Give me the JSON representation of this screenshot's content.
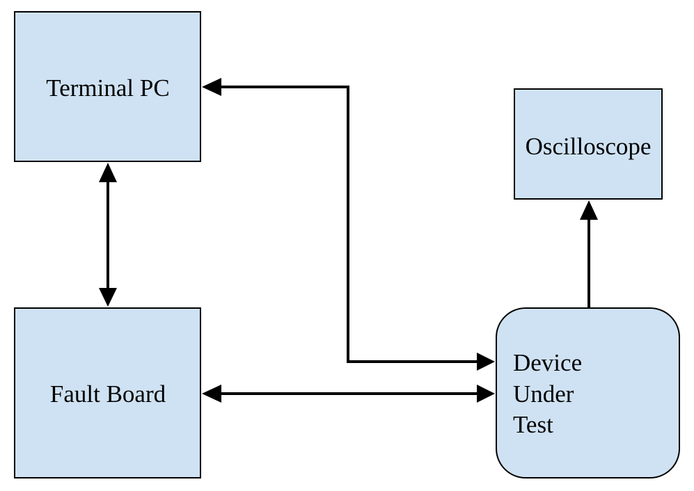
{
  "colors": {
    "box_fill": "#cfe2f3",
    "stroke": "#000000",
    "background": "#ffffff"
  },
  "nodes": {
    "terminal_pc": {
      "label": "Terminal PC"
    },
    "oscilloscope": {
      "label": "Oscilloscope"
    },
    "fault_board": {
      "label": "Fault Board"
    },
    "device_under_test": {
      "lines": [
        "Device",
        "Under",
        "Test"
      ]
    }
  },
  "edges": [
    {
      "from": "device_under_test",
      "to": "terminal_pc",
      "direction": "forward"
    },
    {
      "from": "terminal_pc",
      "to": "device_under_test",
      "direction": "forward"
    },
    {
      "from": "terminal_pc",
      "to": "fault_board",
      "direction": "both"
    },
    {
      "from": "fault_board",
      "to": "device_under_test",
      "direction": "both"
    },
    {
      "from": "device_under_test",
      "to": "oscilloscope",
      "direction": "forward"
    }
  ]
}
